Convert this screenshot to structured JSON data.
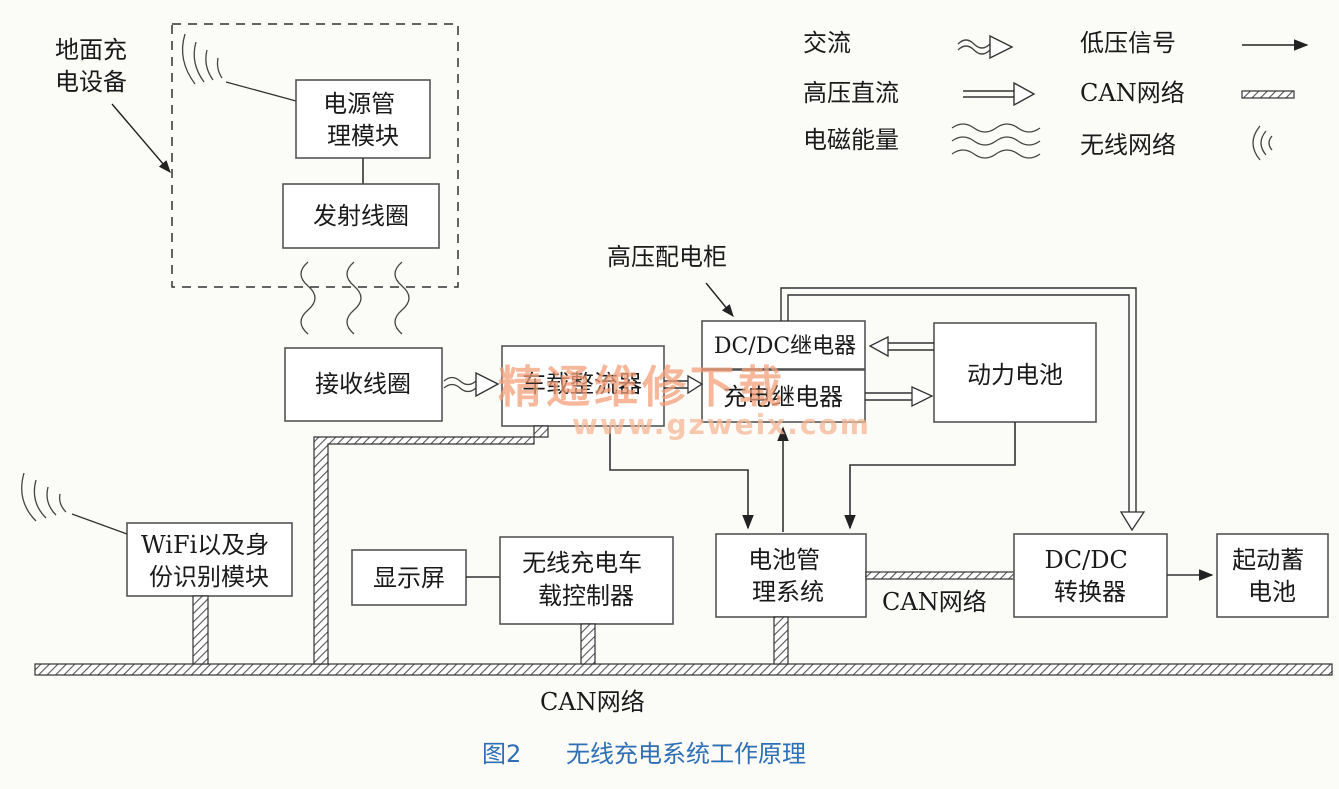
{
  "nodes": {
    "ground_equipment": "地面充\n电设备",
    "power_mgmt": "电源管\n理模块",
    "transmit_coil": "发射线圈",
    "receive_coil": "接收线圈",
    "hv_cabinet": "高压配电柜",
    "onboard_rectifier": "车载整流器",
    "dcdc_relay": "DC/DC继电器",
    "charge_relay": "充电继电器",
    "power_battery": "动力电池",
    "wifi_module": "WiFi以及身\n份识别模块",
    "display": "显示屏",
    "wireless_controller": "无线充电车\n载控制器",
    "bms": "电池管\n理系统",
    "dcdc_converter": "DC/DC\n转换器",
    "starter_battery": "起动蓄\n电池",
    "can_bms_dcdc": "CAN网络",
    "can_bus": "CAN网络"
  },
  "legend": {
    "ac": "交流",
    "hv_dc": "高压直流",
    "em_energy": "电磁能量",
    "lv_signal": "低压信号",
    "can": "CAN网络",
    "wireless": "无线网络"
  },
  "caption": {
    "figure_no": "图2",
    "title": "无线充电系统工作原理"
  },
  "watermark": {
    "text": "精通维修下载",
    "url": "www.gzweix.com"
  },
  "colors": {
    "caption": "#2e6fb5",
    "watermark": "#f4a07a"
  }
}
